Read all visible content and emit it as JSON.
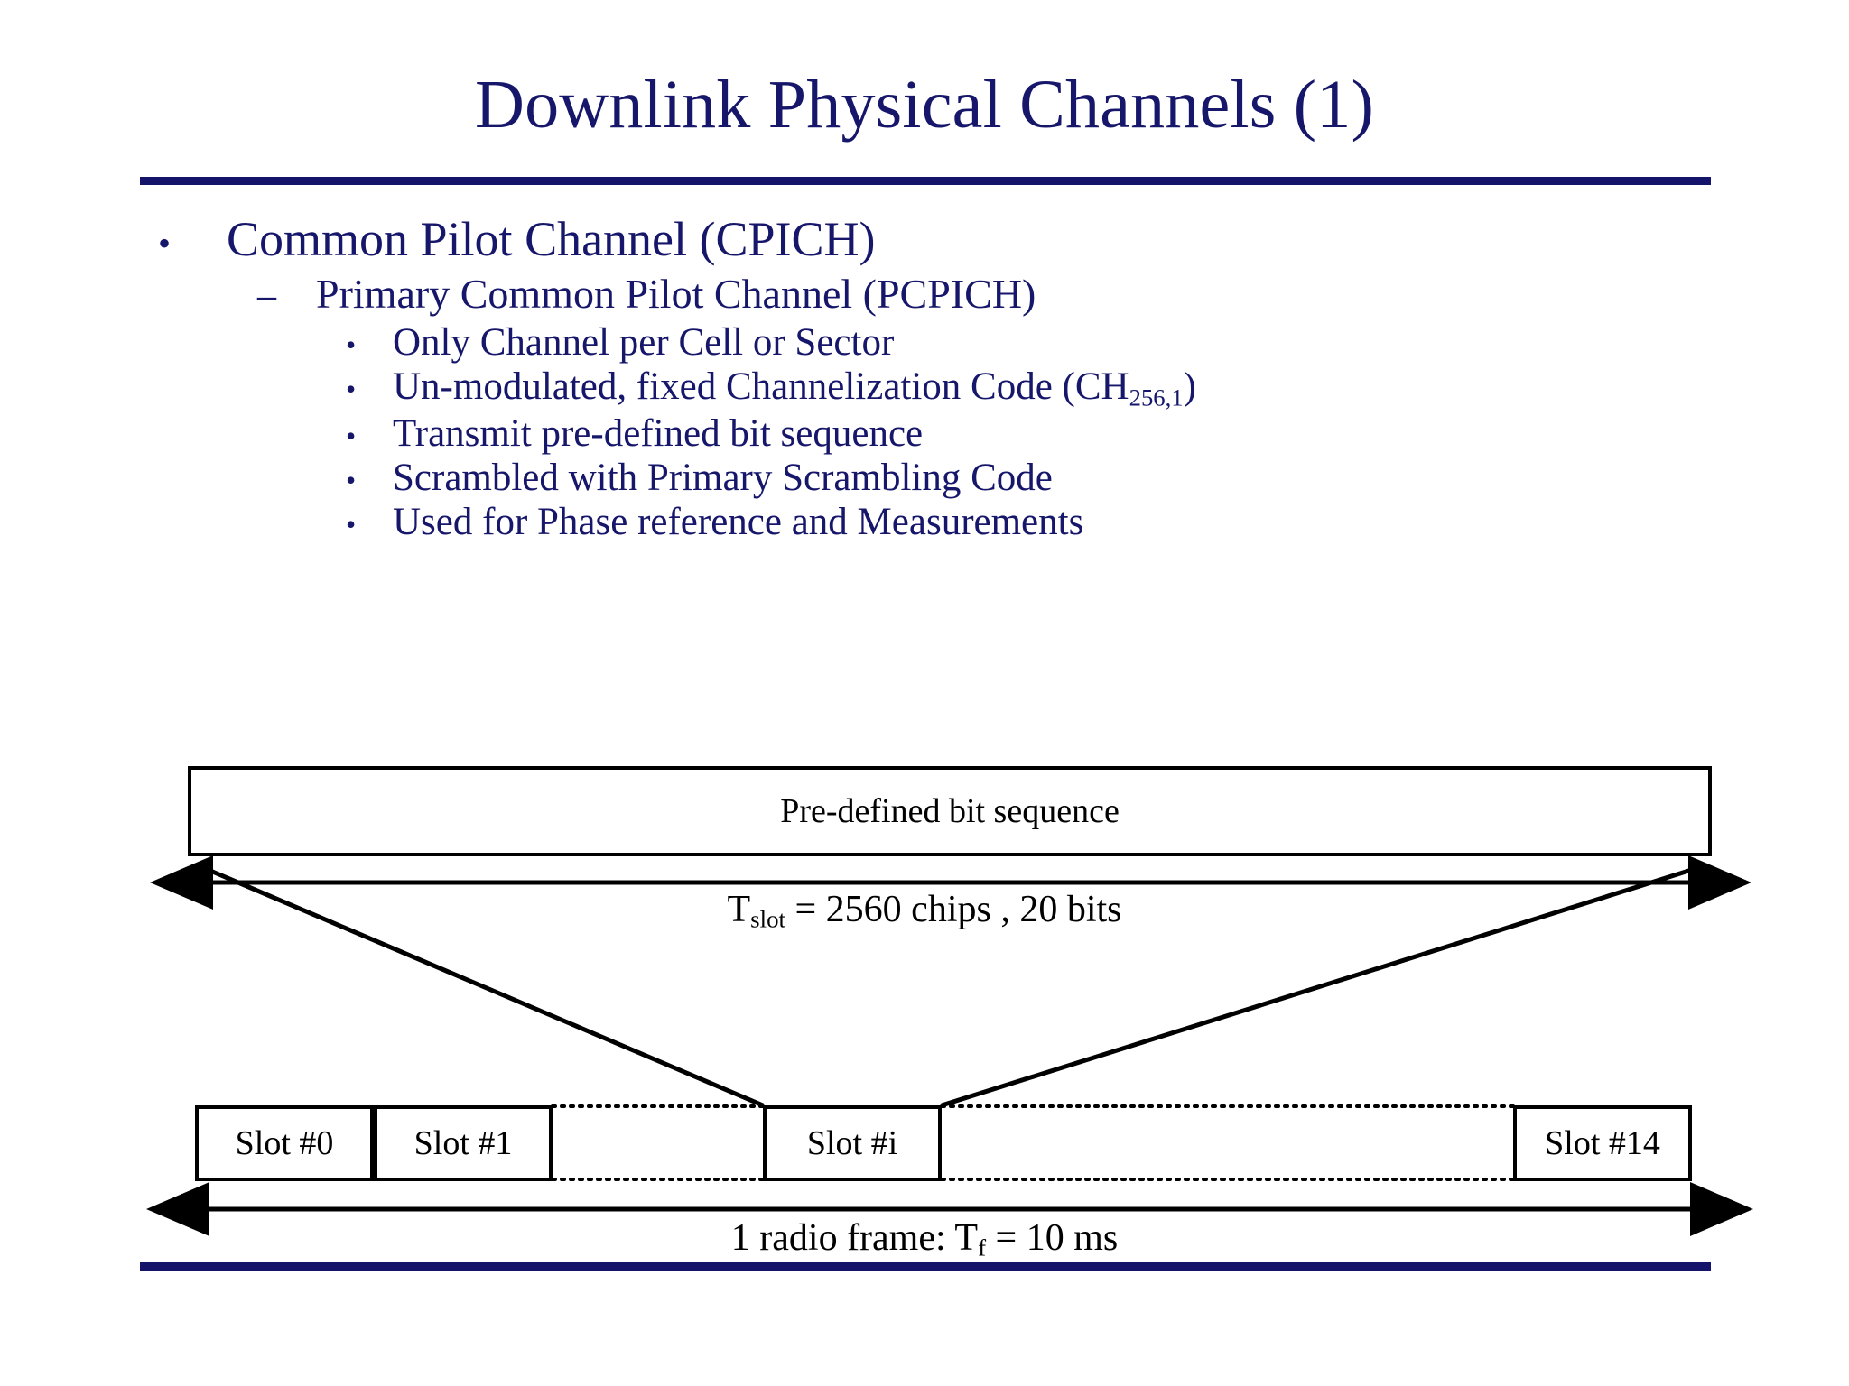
{
  "slide": {
    "title": "Downlink Physical Channels (1)",
    "accent_color": "#14146a",
    "text_color": "#16166b",
    "diagram_color": "#000000",
    "background": "#ffffff"
  },
  "bullets": [
    {
      "level": 1,
      "marker": "•",
      "text": "Common Pilot Channel (CPICH)"
    },
    {
      "level": 2,
      "marker": "–",
      "text": "Primary Common Pilot Channel (PCPICH)"
    },
    {
      "level": 3,
      "marker": "•",
      "text": "Only Channel per Cell or Sector"
    },
    {
      "level": 3,
      "marker": "•",
      "text_before": "Un-modulated, fixed Channelization Code (CH",
      "subscript": "256,1",
      "text_after": ")"
    },
    {
      "level": 3,
      "marker": "•",
      "text": "Transmit pre-defined bit sequence"
    },
    {
      "level": 3,
      "marker": "•",
      "text": "Scrambled with Primary Scrambling Code"
    },
    {
      "level": 3,
      "marker": "•",
      "text": "Used for Phase reference and Measurements"
    }
  ],
  "diagram": {
    "predefined_box_label": "Pre-defined bit sequence",
    "tslot": {
      "symbol": "T",
      "sub": "slot",
      "value": " = 2560 chips , 20 bits"
    },
    "frame": {
      "prefix": "1 radio frame: T",
      "sub": "f",
      "value": " = 10 ms"
    },
    "slots": [
      {
        "label": "Slot #0"
      },
      {
        "label": "Slot #1"
      },
      {
        "label": "Slot #i"
      },
      {
        "label": "Slot #14"
      }
    ]
  }
}
